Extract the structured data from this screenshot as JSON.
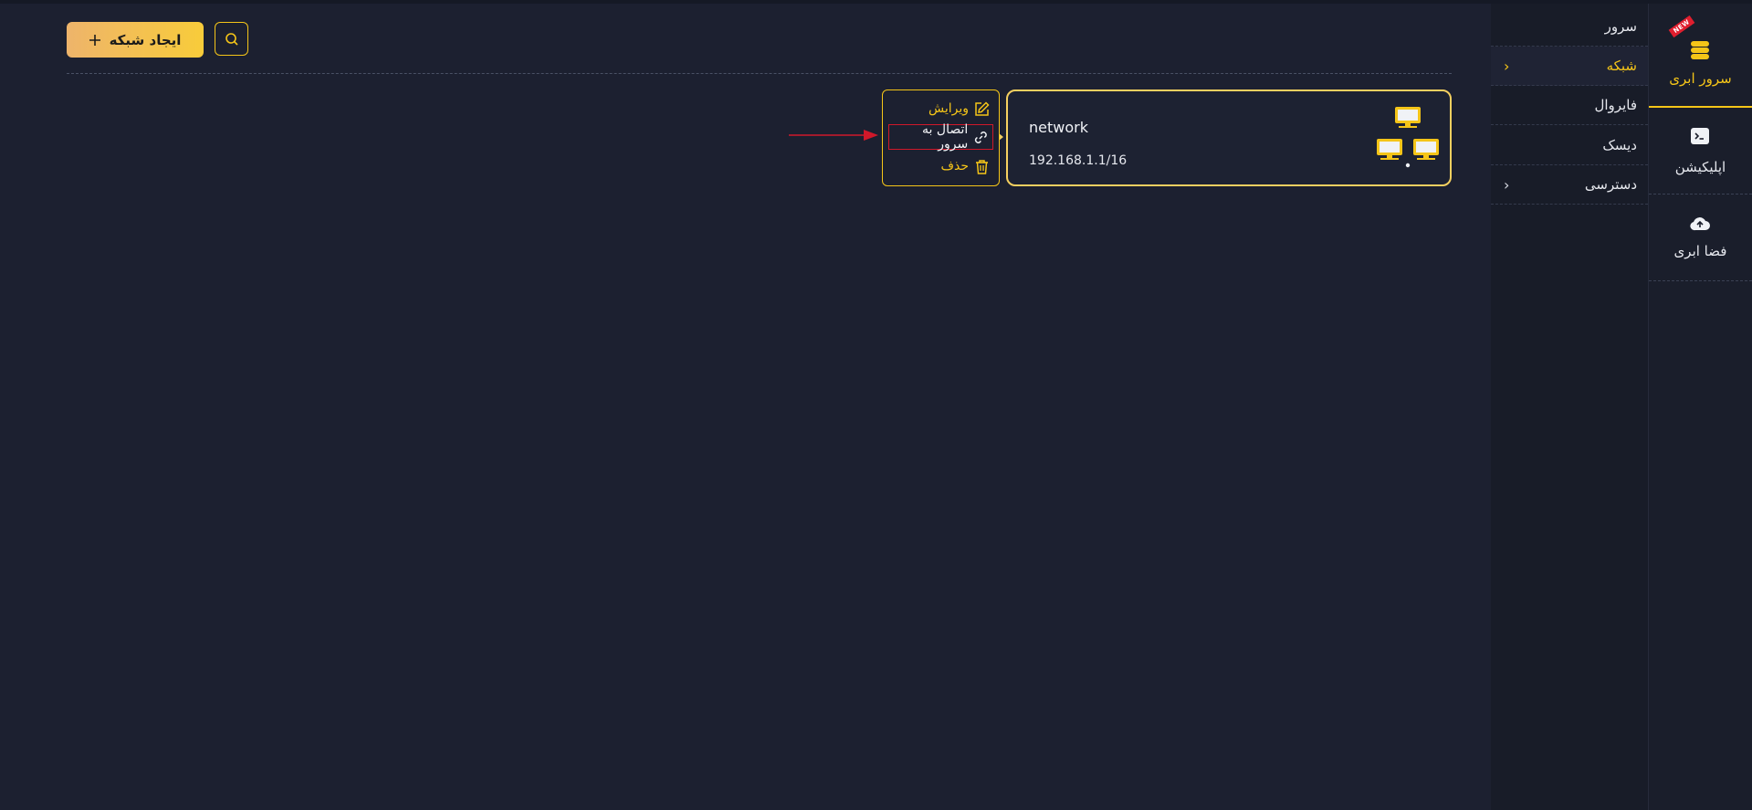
{
  "rail": {
    "items": [
      {
        "label": "سرور ابری",
        "icon": "server-stack-icon",
        "badge": "NEW"
      },
      {
        "label": "اپلیکیشن",
        "icon": "terminal-icon"
      },
      {
        "label": "فضا ابری",
        "icon": "cloud-upload-icon"
      }
    ],
    "accent": "#f5c518"
  },
  "submenu": {
    "items": [
      {
        "label": "سرور"
      },
      {
        "label": "شبکه",
        "active": true
      },
      {
        "label": "فایروال"
      },
      {
        "label": "دیسک"
      },
      {
        "label": "دسترسی"
      }
    ]
  },
  "toolbar": {
    "create_label": "ایجاد شبکه",
    "create_icon": "plus-icon",
    "search_icon": "search-icon"
  },
  "network_card": {
    "name": "network",
    "ip": "192.168.1.1/16",
    "icon": "network-computers-icon"
  },
  "actions": {
    "edit": "ویرایش",
    "connect": "اتصال به سرور",
    "delete": "حذف"
  },
  "colors": {
    "background": "#1c2030",
    "accent": "#f5c518",
    "highlight": "#d0182a"
  }
}
